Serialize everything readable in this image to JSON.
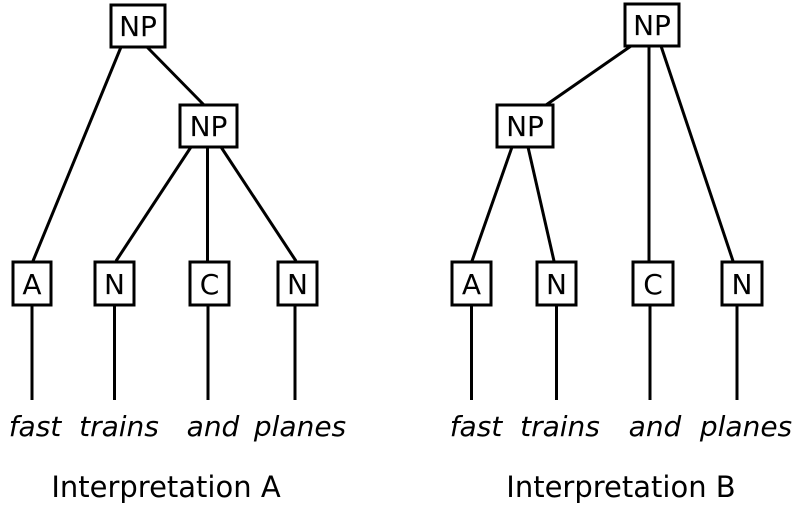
{
  "diagram": {
    "background_color": "#ffffff",
    "line_color": "#000000",
    "sentence": "fast trains and planes",
    "trees": [
      {
        "caption": "Interpretation A",
        "root_label": "NP",
        "phrase_label": "NP",
        "edges": [
          "NP->A",
          "NP->NP2",
          "NP2->N1",
          "NP2->C",
          "NP2->N2"
        ],
        "leaves": [
          {
            "tag": "A",
            "word": "fast"
          },
          {
            "tag": "N",
            "word": "trains"
          },
          {
            "tag": "C",
            "word": "and"
          },
          {
            "tag": "N",
            "word": "planes"
          }
        ]
      },
      {
        "caption": "Interpretation B",
        "root_label": "NP",
        "phrase_label": "NP",
        "edges": [
          "NP->NP2",
          "NP->C",
          "NP->N2",
          "NP2->A",
          "NP2->N1"
        ],
        "leaves": [
          {
            "tag": "A",
            "word": "fast"
          },
          {
            "tag": "N",
            "word": "trains"
          },
          {
            "tag": "C",
            "word": "and"
          },
          {
            "tag": "N",
            "word": "planes"
          }
        ]
      }
    ]
  }
}
